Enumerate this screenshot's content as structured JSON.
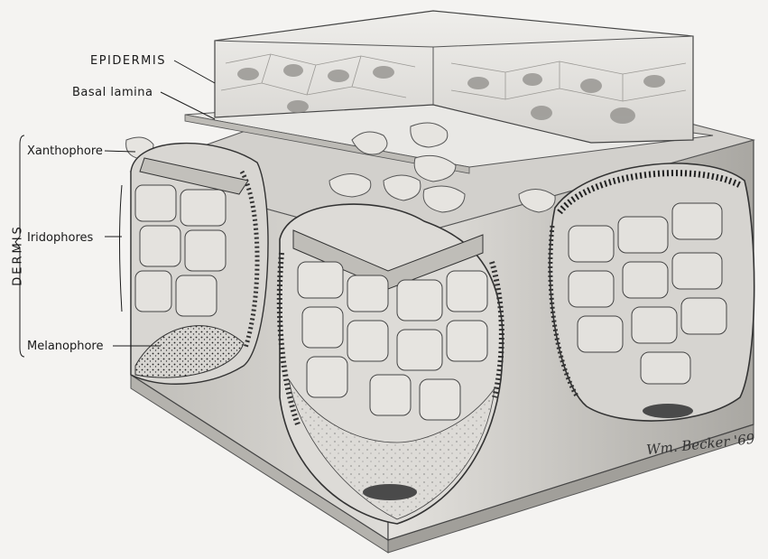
{
  "labels": {
    "epidermis": "EPIDERMIS",
    "basal_lamina": "Basal lamina",
    "dermis": "DERMIS",
    "xanthophore": "Xanthophore",
    "iridophores": "Iridophores",
    "melanophore": "Melanophore"
  },
  "signature": "Wm. Becker '69",
  "colors": {
    "background": "#f4f3f1",
    "ink": "#1a1a1a",
    "epidermis_fill": "#d9d8d5",
    "dermis_fill": "#c9c8c4",
    "pigment": "#2a2a2a"
  }
}
